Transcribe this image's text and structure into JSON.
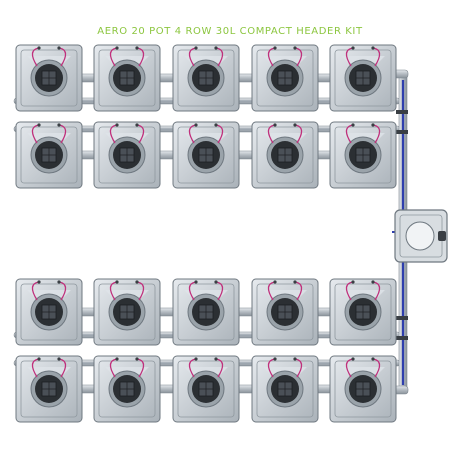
{
  "title": "AERO 20 POT 4 ROW 30L COMPACT HEADER KIT",
  "colors": {
    "title": "#8cc63f",
    "pot_body": "#c7cdd2",
    "pot_edge": "#6f7880",
    "pot_dark": "#2b2f33",
    "pipe": "#b9bfc5",
    "pipe_stripe": "#5a6b7a",
    "hose": "#2f3fae",
    "tube": "#c0307c",
    "tank": "#d8dde1"
  },
  "layout": {
    "rows": 4,
    "pots_per_row": 5,
    "tank_count": 1
  }
}
